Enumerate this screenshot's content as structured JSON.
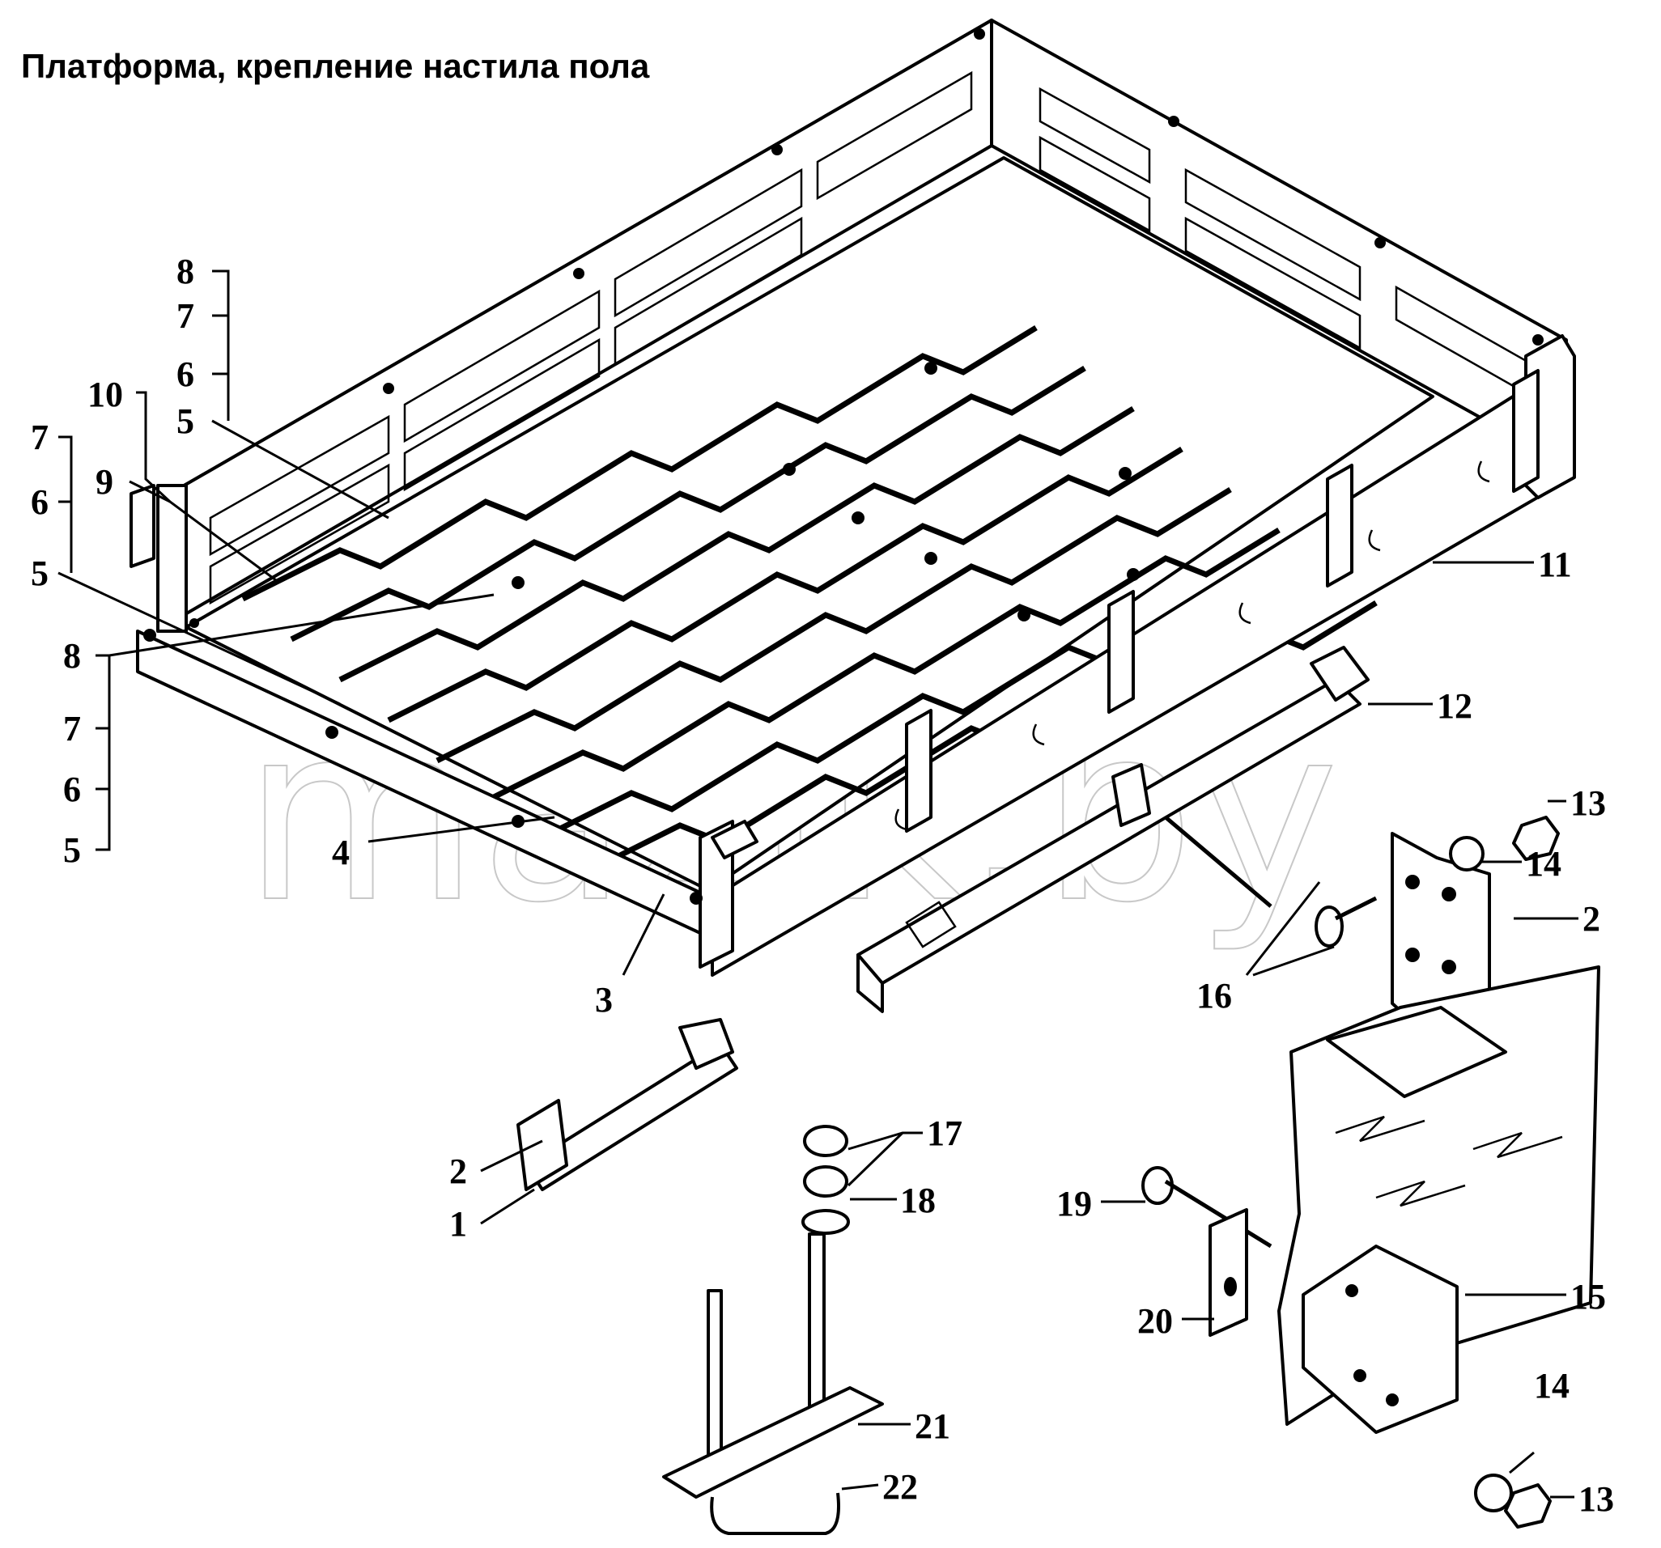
{
  "title": "Платформа, крепление настила пола",
  "watermark": "mazik.by",
  "callouts": {
    "c8a": "8",
    "c7a": "7",
    "c6a": "6",
    "c5a": "5",
    "c10": "10",
    "c9": "9",
    "c7b": "7",
    "c6b": "6",
    "c5b": "5",
    "c8c": "8",
    "c7c": "7",
    "c6c": "6",
    "c5c": "5",
    "c4": "4",
    "c3": "3",
    "c11": "11",
    "c12": "12",
    "c13a": "13",
    "c14a": "14",
    "c2a": "2",
    "c16": "16",
    "c2b": "2",
    "c1": "1",
    "c17": "17",
    "c18": "18",
    "c19": "19",
    "c20": "20",
    "c15": "15",
    "c14b": "14",
    "c13b": "13",
    "c21": "21",
    "c22": "22"
  }
}
